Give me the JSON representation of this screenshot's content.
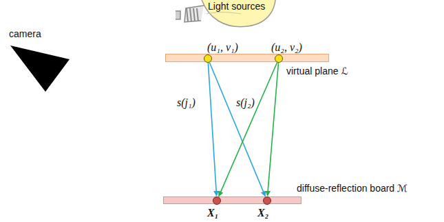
{
  "diagram": {
    "nodes": [
      {
        "text": [
          "virtual plane ℒ"
        ]
      },
      {
        "text": [
          "(u₁, v₁)"
        ],
        "in": 0
      },
      {
        "text": [
          "(u₂, v₂)"
        ],
        "in": 0
      },
      {
        "text": [
          "diffuse-reflection board ℳ"
        ]
      },
      {
        "text": [
          "X₁"
        ],
        "in": 3
      },
      {
        "text": [
          "X₂"
        ],
        "in": 3
      }
    ],
    "edges": [
      {
        "from": 1,
        "to": 4,
        "arrow": "to",
        "label": "s(j₁)"
      },
      {
        "from": 1,
        "to": 5,
        "arrow": "to"
      },
      {
        "from": 2,
        "to": 4,
        "arrow": "to",
        "label": "s(j₂)"
      },
      {
        "from": 2,
        "to": 5,
        "arrow": "to"
      }
    ],
    "labels": [
      "Light sources",
      "camera"
    ]
  }
}
